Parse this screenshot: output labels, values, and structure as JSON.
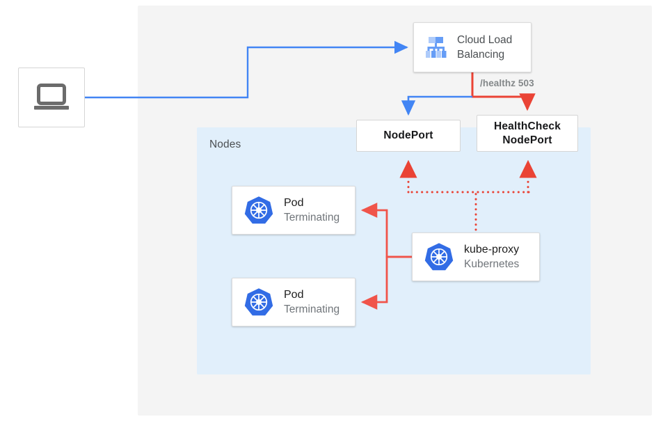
{
  "diagram": {
    "title_hidden": "",
    "outer_panel": {
      "name": "diagram-canvas",
      "bg": "#f4f4f4"
    },
    "nodes_group": {
      "label": "Nodes",
      "bg": "#e1effb"
    },
    "client": {
      "icon": "laptop-icon",
      "icon_color": "#6b6b6b"
    },
    "load_balancer": {
      "line1": "Cloud Load",
      "line2": "Balancing",
      "icon": "cloud-load-balancing-icon",
      "icon_color": "#8ab4f8"
    },
    "nodeport": {
      "label": "NodePort"
    },
    "healthcheck_nodeport": {
      "line1": "HealthCheck",
      "line2": "NodePort"
    },
    "healthz": {
      "label": "/healthz 503"
    },
    "pods": [
      {
        "title": "Pod",
        "subtitle": "Terminating",
        "icon": "kubernetes-icon",
        "icon_color": "#326ce5"
      },
      {
        "title": "Pod",
        "subtitle": "Terminating",
        "icon": "kubernetes-icon",
        "icon_color": "#326ce5"
      }
    ],
    "kube_proxy": {
      "title": "kube-proxy",
      "subtitle": "Kubernetes",
      "icon": "kubernetes-icon",
      "icon_color": "#326ce5"
    },
    "colors": {
      "traffic_blue": "#4285f4",
      "health_red": "#ea4335",
      "proxy_red": "#f0544a",
      "panel_gray": "#f4f4f4",
      "nodes_blue": "#e1effb",
      "text_dark": "#1d1d1d",
      "text_muted": "#70757a"
    },
    "connections": [
      {
        "name": "client-to-load-balancer",
        "style": "solid",
        "color": "#4285f4",
        "from": "client",
        "to": "load-balancer"
      },
      {
        "name": "load-balancer-to-nodeport",
        "style": "solid",
        "color": "#4285f4",
        "from": "load-balancer",
        "to": "nodeport"
      },
      {
        "name": "load-balancer-to-healthcheck-nodeport",
        "style": "solid",
        "color": "#ea4335",
        "from": "load-balancer",
        "to": "healthcheck-nodeport",
        "label": "/healthz 503"
      },
      {
        "name": "kube-proxy-to-nodeport",
        "style": "dotted",
        "color": "#ea4335",
        "from": "kube-proxy",
        "to": "nodeport"
      },
      {
        "name": "kube-proxy-to-healthcheck-nodeport",
        "style": "dotted",
        "color": "#ea4335",
        "from": "kube-proxy",
        "to": "healthcheck-nodeport"
      },
      {
        "name": "kube-proxy-to-pod-1",
        "style": "solid",
        "color": "#f0544a",
        "from": "kube-proxy",
        "to": "pod-1"
      },
      {
        "name": "kube-proxy-to-pod-2",
        "style": "solid",
        "color": "#f0544a",
        "from": "kube-proxy",
        "to": "pod-2"
      }
    ]
  }
}
